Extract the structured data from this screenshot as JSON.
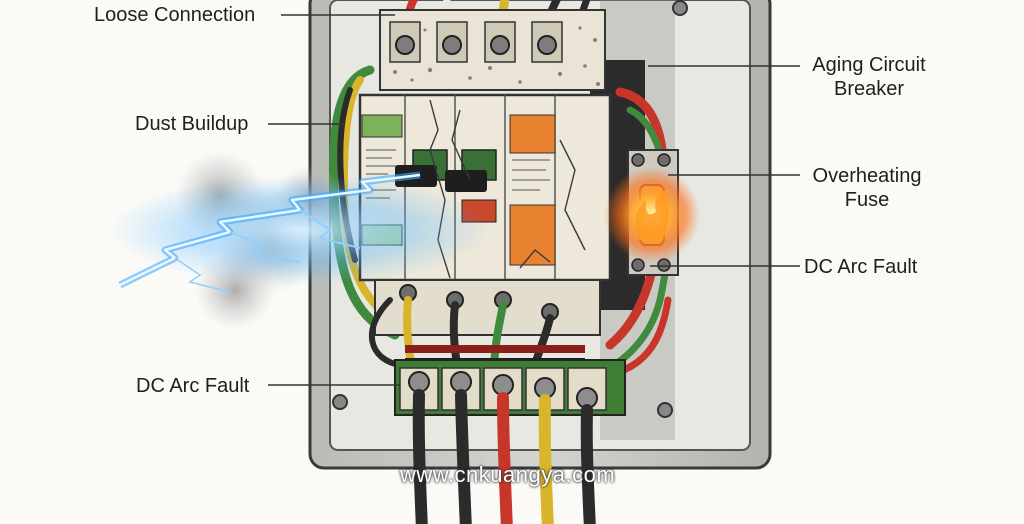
{
  "labels": {
    "loose_connection": "Loose Connection",
    "aging_breaker_line1": "Aging Circuit",
    "aging_breaker_line2": "Breaker",
    "dust_buildup": "Dust Buildup",
    "overheating_fuse_line1": "Overheating",
    "overheating_fuse_line2": "Fuse",
    "dc_arc_fault_right": "DC Arc Fault",
    "dc_arc_fault_left": "DC Arc Fault"
  },
  "watermark": "www.cnkuangya.com",
  "colors": {
    "enclosure": "#c9cbc4",
    "breaker_body": "#ede8da",
    "green_tag": "#7cb35a",
    "orange_tag": "#e8822f",
    "arc_blue": "#3ea8ff",
    "fire_orange": "#ff8a1c",
    "wire_red": "#c8352a",
    "wire_yellow": "#d8b52a",
    "wire_green": "#3f8a3c",
    "wire_black": "#2b2b2b",
    "terminal_green": "#3f7d35"
  }
}
